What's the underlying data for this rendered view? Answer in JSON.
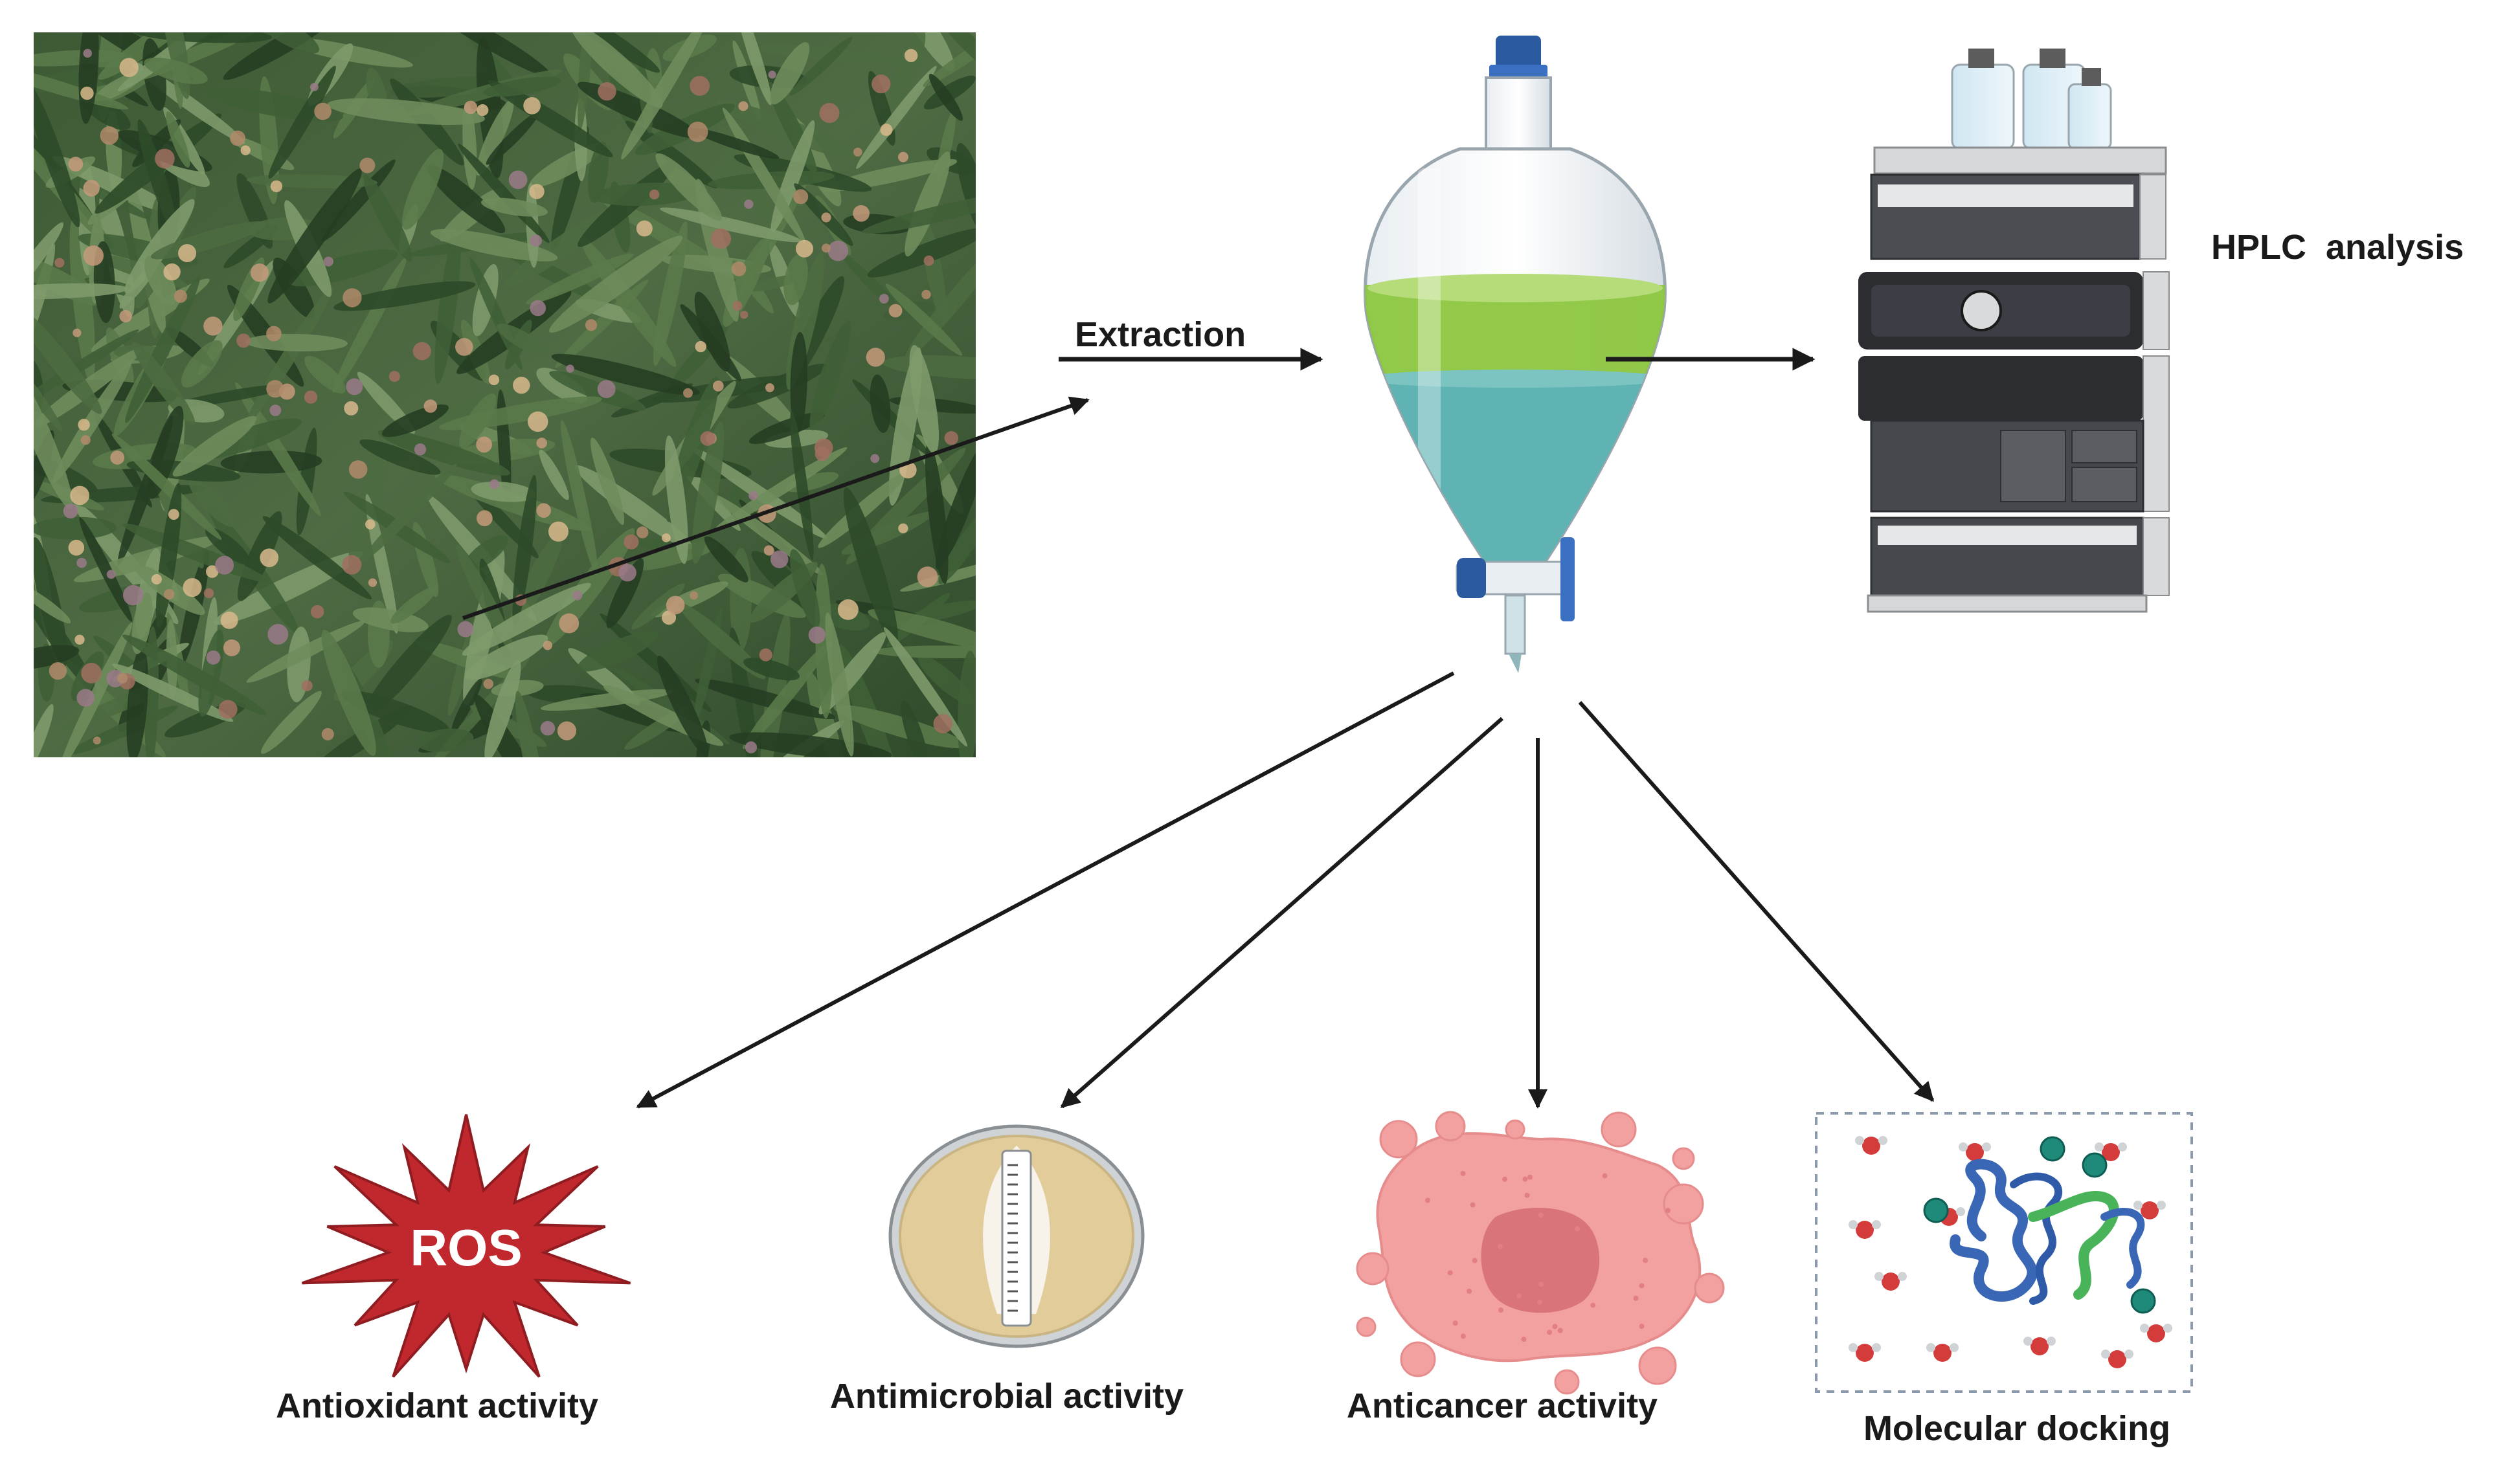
{
  "diagram": {
    "extraction_label": "Extraction",
    "hplc_label": "HPLC  analysis",
    "ros_label": "ROS",
    "outputs": [
      {
        "label": "Antioxidant activity"
      },
      {
        "label": "Antimicrobial activity"
      },
      {
        "label": "Anticancer activity"
      },
      {
        "label": "Molecular docking"
      }
    ]
  },
  "colors": {
    "arrow": "#1a1a1a",
    "ros_star": "#c0282d",
    "liquid_green": "#8cc63f",
    "liquid_teal": "#5fb3b3",
    "petri_agar": "#e2cc9a",
    "cancer_cell": "#f2a0a0",
    "cancer_nucleus": "#d9757a",
    "protein_blue": "#3a67b5",
    "protein_green": "#49b35a"
  },
  "icons": [
    "plant-photo",
    "separatory-funnel-icon",
    "hplc-machine-icon",
    "ros-star-icon",
    "petri-dish-icon",
    "cancer-cell-icon",
    "docking-box-icon"
  ]
}
